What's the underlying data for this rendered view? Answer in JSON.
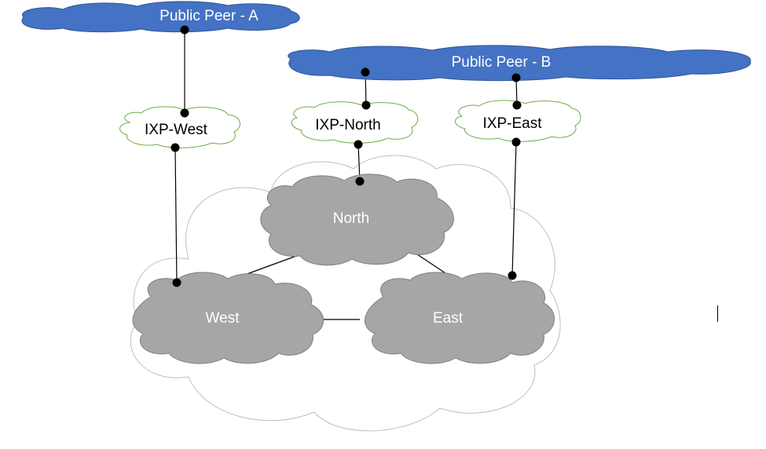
{
  "peers": {
    "a": {
      "label": "Public Peer - A"
    },
    "b": {
      "label": "Public Peer - B"
    }
  },
  "ixps": {
    "west": {
      "label": "IXP-West"
    },
    "north": {
      "label": "IXP-North"
    },
    "east": {
      "label": "IXP-East"
    }
  },
  "nodes": {
    "north": {
      "label": "North"
    },
    "west": {
      "label": "West"
    },
    "east": {
      "label": "East"
    }
  },
  "colors": {
    "peer_fill": "#4472c4",
    "ixp_outline": "#70ad47",
    "node_fill": "#a6a6a6",
    "node_outline": "#7f7f7f",
    "backbone_outline": "#bfbfbf",
    "link": "#000000"
  }
}
